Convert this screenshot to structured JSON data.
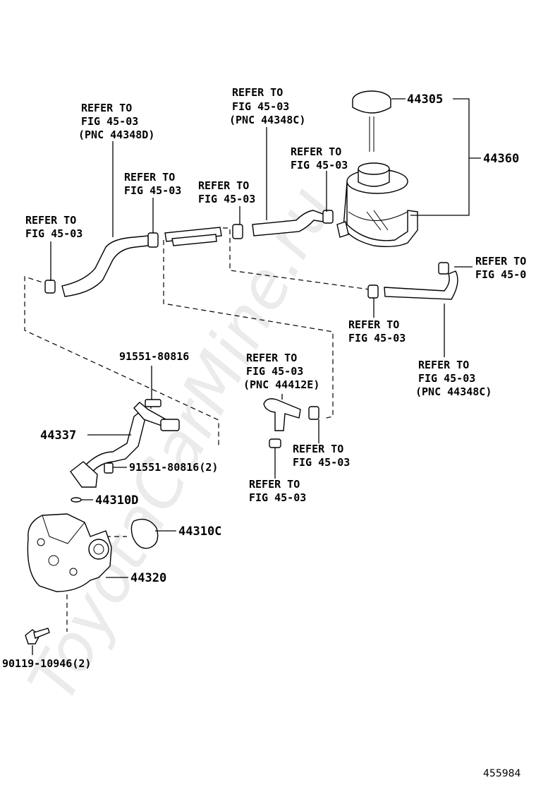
{
  "watermark": "ToyotaCarMine.ru",
  "diagram_id": "455984",
  "labels": {
    "ref_top_center": [
      "REFER TO",
      "FIG 45-03",
      "(PNC 44348C)"
    ],
    "ref_top_left": [
      "REFER TO",
      "FIG 45-03",
      "(PNC 44348D)"
    ],
    "ref_tank_clip": [
      "REFER TO",
      "FIG 45-03"
    ],
    "ref_mid_clip": [
      "REFER TO",
      "FIG 45-03"
    ],
    "ref_pipe_clip": [
      "REFER TO",
      "FIG 45-03"
    ],
    "ref_left_clip": [
      "REFER TO",
      "FIG 45-03"
    ],
    "ref_right_edge": [
      "REFER TO",
      "FIG 45-0"
    ],
    "ref_lower_clip": [
      "REFER TO",
      "FIG 45-03"
    ],
    "ref_return_hose": [
      "REFER TO",
      "FIG 45-03",
      "(PNC 44348C)"
    ],
    "ref_elbow": [
      "REFER TO",
      "FIG 45-03",
      "(PNC 44412E)"
    ],
    "ref_elbow_clip": [
      "REFER TO",
      "FIG 45-03"
    ],
    "ref_bottom_clip": [
      "REFER TO",
      "FIG 45-03"
    ]
  },
  "part_numbers": {
    "cap": "44305",
    "reservoir": "44360",
    "bolt_a": "91551-80816",
    "pipe": "44337",
    "bolt_b": "91551-80816(2)",
    "gasket_small": "44310D",
    "oring": "44310C",
    "pump": "44320",
    "bolt_c": "90119-10946(2)"
  },
  "icons": [
    "reservoir-tank",
    "reservoir-cap",
    "hose-clamp",
    "hose",
    "union-pipe",
    "bolt",
    "o-ring",
    "vane-pump"
  ]
}
